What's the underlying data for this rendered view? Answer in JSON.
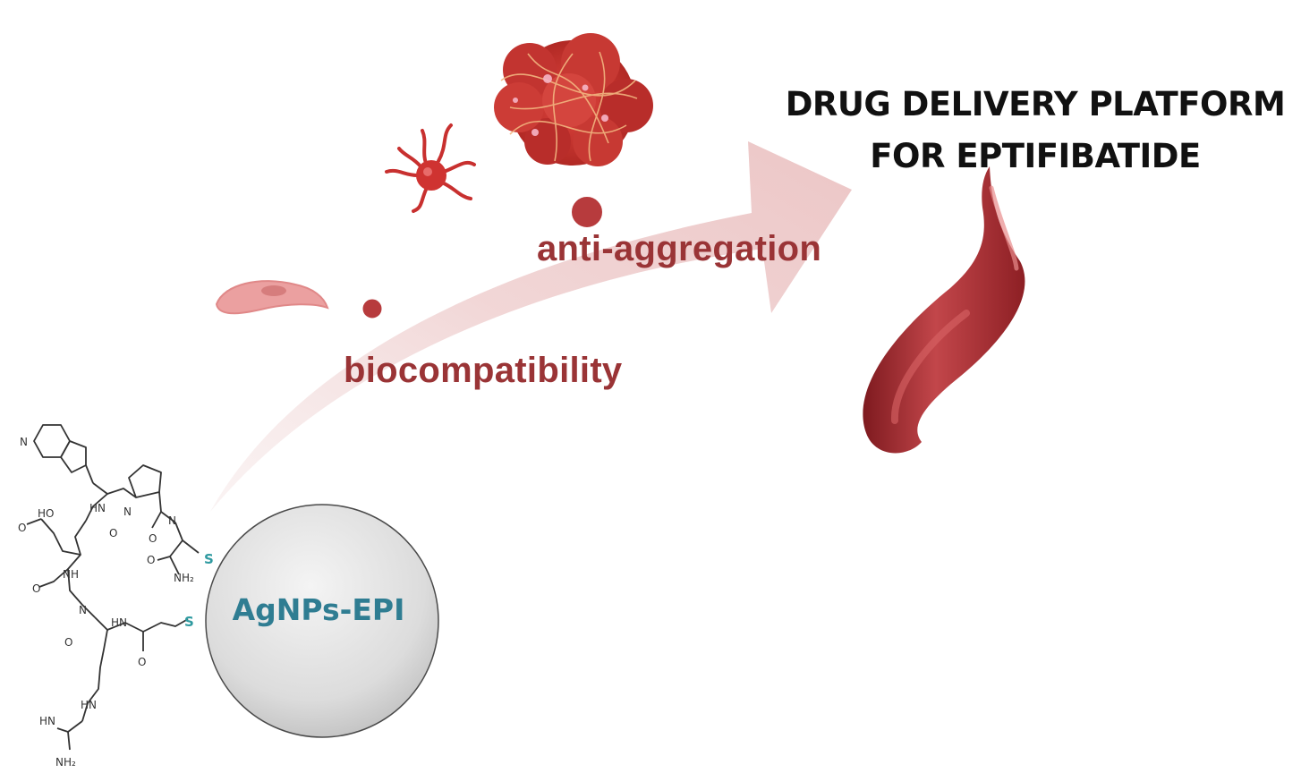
{
  "title": {
    "line1": "DRUG DELIVERY PLATFORM",
    "line2": "FOR EPTIFIBATIDE"
  },
  "steps": {
    "biocompatibility": "biocompatibility",
    "anti_aggregation": "anti-aggregation"
  },
  "nanoparticle": {
    "label": "AgNPs-EPI"
  },
  "colors": {
    "arrow": "#f1d3d3",
    "accent_red": "#b73b3d",
    "label_red": "#9a3436",
    "np_text": "#2f7d92",
    "vessel": "#a8282d"
  },
  "icons": [
    "fibroblast-cell-icon",
    "platelet-icon",
    "blood-clot-icon",
    "blood-vessel-icon",
    "eptifibatide-structure-icon",
    "silver-nanoparticle-icon"
  ]
}
